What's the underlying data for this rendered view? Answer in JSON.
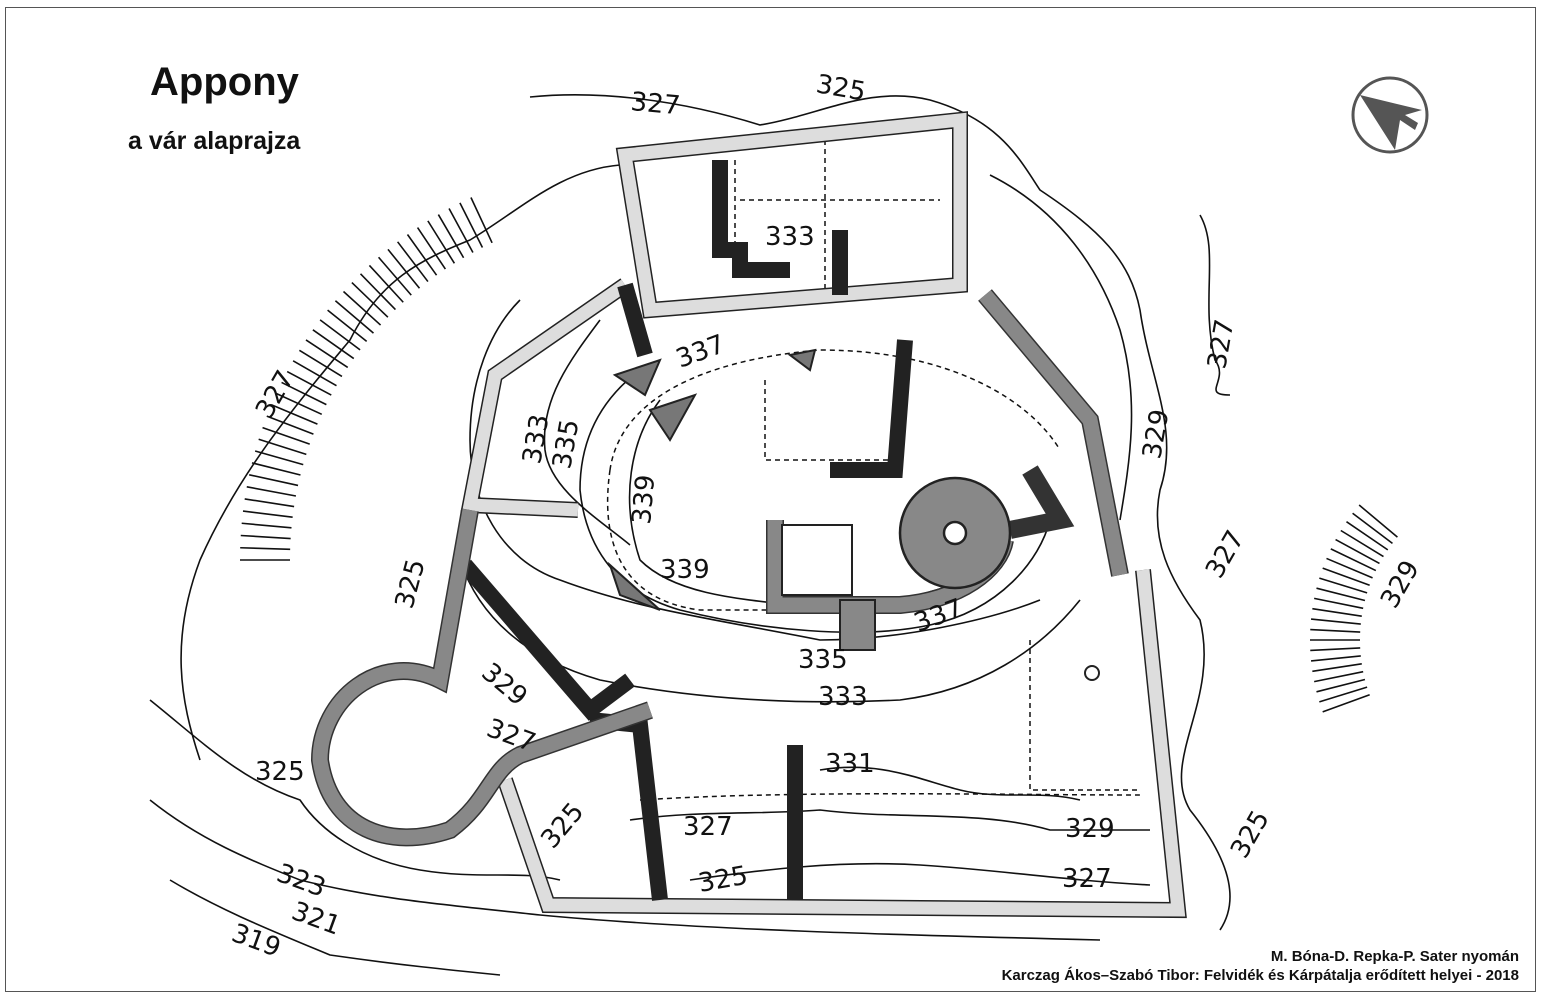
{
  "title": "Appony",
  "subtitle": "a vár alaprajza",
  "credits": {
    "line1": "M. Bóna-D. Repka-P. Sater nyomán",
    "line2": "Karczag Ákos–Szabó Tibor: Felvidék és Kárpátalja erődített helyei - 2018"
  },
  "north_arrow": {
    "icon": "north-arrow-icon"
  },
  "contour_labels": [
    "325",
    "327",
    "333",
    "327",
    "333",
    "335",
    "337",
    "339",
    "339",
    "329",
    "327",
    "327",
    "329",
    "325",
    "329",
    "327",
    "325",
    "335",
    "337",
    "333",
    "331",
    "327",
    "329",
    "325",
    "323",
    "321",
    "319",
    "325",
    "327",
    "325"
  ],
  "colors": {
    "light_wall": "#dddddd",
    "dark_wall": "#888888",
    "line": "#111111"
  }
}
